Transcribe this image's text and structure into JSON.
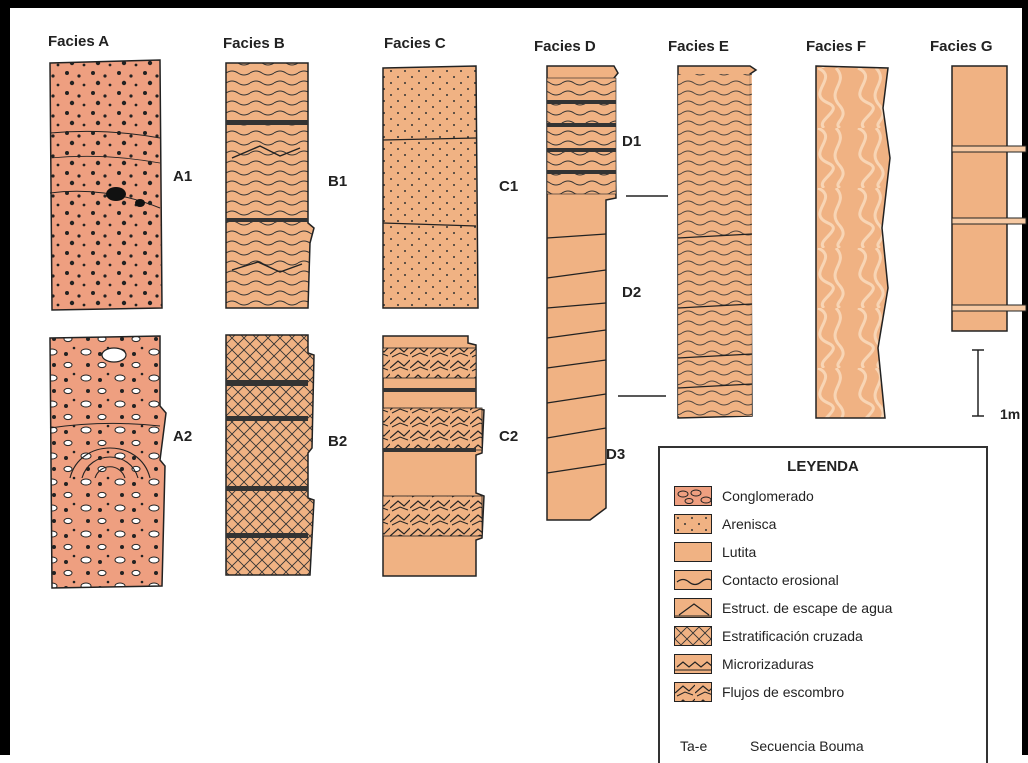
{
  "facies": {
    "a": {
      "title": "Facies A",
      "sub1": "A1",
      "sub2": "A2"
    },
    "b": {
      "title": "Facies B",
      "sub1": "B1",
      "sub2": "B2"
    },
    "c": {
      "title": "Facies C",
      "sub1": "C1",
      "sub2": "C2"
    },
    "d": {
      "title": "Facies D",
      "sub1": "D1",
      "sub2": "D2",
      "sub3": "D3"
    },
    "e": {
      "title": "Facies E"
    },
    "f": {
      "title": "Facies F"
    },
    "g": {
      "title": "Facies G"
    }
  },
  "scale_bar": {
    "label": "1m"
  },
  "legend": {
    "title": "LEYENDA",
    "items": [
      {
        "label": "Conglomerado"
      },
      {
        "label": "Arenisca"
      },
      {
        "label": "Lutita"
      },
      {
        "label": "Contacto erosional"
      },
      {
        "label": "Estruct. de escape de agua"
      },
      {
        "label": "Estratificación cruzada"
      },
      {
        "label": "Microrizaduras"
      },
      {
        "label": "Flujos de escombro"
      }
    ],
    "footnote_code": "Ta-e",
    "footnote_label": "Secuencia Bouma"
  },
  "colors": {
    "fill": "#f0b283",
    "ink": "#222222",
    "fill_light": "#f6c9a3"
  }
}
